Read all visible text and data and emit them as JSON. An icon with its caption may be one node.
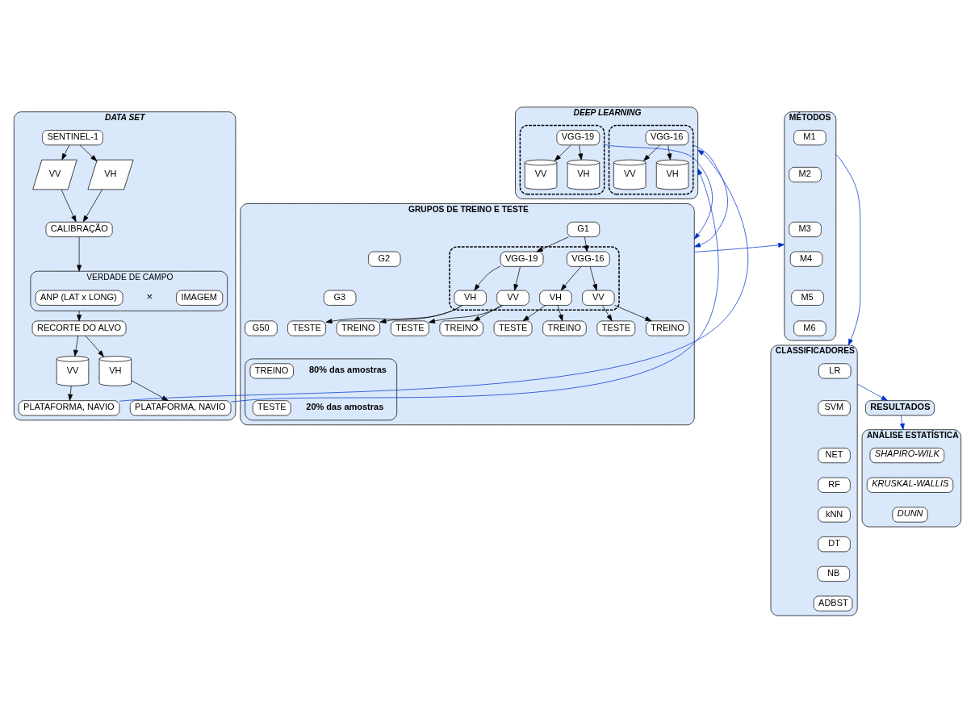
{
  "diagram": {
    "nodes": [
      {
        "text": [
          "DATA SET"
        ]
      },
      {
        "text": [
          "SENTINEL-1"
        ],
        "in": 0
      },
      {
        "text": [
          "VH"
        ],
        "in": 0
      },
      {
        "text": [
          "VV"
        ],
        "in": 0
      },
      {
        "text": [
          "CALIBRAÇÃO"
        ],
        "in": 0
      },
      {
        "text": [
          "VERDADE DE CAMPO"
        ],
        "in": 0
      },
      {
        "text": [
          "ANP (LAT x LONG)"
        ],
        "in": 5
      },
      {
        "text": [
          "IMAGEM"
        ],
        "in": 5
      },
      {
        "text": [
          "RECORTE DO ALVO"
        ],
        "in": 0
      },
      {
        "text": [
          "VH"
        ],
        "in": 0
      },
      {
        "text": [
          "VV"
        ],
        "in": 0
      },
      {
        "text": [
          "PLATAFORMA, NAVIO"
        ],
        "in": 0
      },
      {
        "text": [
          "PLATAFORMA, NAVIO"
        ],
        "in": 0
      },
      {
        "text": [
          "DEEP LEARNING"
        ]
      },
      {
        "text": [],
        "shape": "box",
        "in": 13
      },
      {
        "text": [
          "VGG-16"
        ],
        "in": 14
      },
      {
        "text": [
          "VH"
        ],
        "in": 14
      },
      {
        "text": [
          "VV"
        ],
        "in": 14
      },
      {
        "text": [],
        "shape": "box",
        "in": 13
      },
      {
        "text": [
          "VGG-19"
        ],
        "in": 18
      },
      {
        "text": [
          "VH"
        ],
        "in": 18
      },
      {
        "text": [
          "VV"
        ],
        "in": 18
      },
      {
        "text": [
          "GRUPOS DE TREINO E TESTE"
        ]
      },
      {
        "text": [],
        "shape": "box",
        "in": 22
      },
      {
        "text": [
          "G1"
        ],
        "in": 22
      },
      {
        "text": [
          "VGG-16"
        ],
        "in": 23
      },
      {
        "text": [
          "VGG-19"
        ],
        "in": 23
      },
      {
        "text": [
          "VH"
        ],
        "in": 23
      },
      {
        "text": [
          "VV"
        ],
        "in": 23
      },
      {
        "text": [
          "VH"
        ],
        "in": 23
      },
      {
        "text": [
          "VV"
        ],
        "in": 23
      },
      {
        "text": [
          "TREINO"
        ],
        "in": 22
      },
      {
        "text": [
          "TESTE"
        ],
        "in": 22
      },
      {
        "text": [
          "TREINO"
        ],
        "in": 22
      },
      {
        "text": [
          "TESTE"
        ],
        "in": 22
      },
      {
        "text": [
          "TREINO"
        ],
        "in": 22
      },
      {
        "text": [
          "TESTE"
        ],
        "in": 22
      },
      {
        "text": [
          "TREINO"
        ],
        "in": 22
      },
      {
        "text": [
          "TESTE"
        ],
        "in": 22
      },
      {
        "text": [
          "G2"
        ],
        "in": 22
      },
      {
        "text": [
          "G3"
        ],
        "in": 22
      },
      {
        "text": [
          "G50"
        ],
        "in": 22
      },
      {
        "text": [],
        "shape": "box",
        "in": 22
      },
      {
        "text": [
          "TREINO"
        ],
        "in": 42,
        "beside": [
          "80% das amostras"
        ]
      },
      {
        "text": [
          "TESTE"
        ],
        "in": 42,
        "beside": [
          "20% das amostras"
        ]
      },
      {
        "text": [
          "MÉTODOS"
        ]
      },
      {
        "text": [
          "M1"
        ],
        "in": 45
      },
      {
        "text": [
          "M2"
        ],
        "in": 45
      },
      {
        "text": [
          "M3"
        ],
        "in": 45
      },
      {
        "text": [
          "M4"
        ],
        "in": 45
      },
      {
        "text": [
          "M5"
        ],
        "in": 45
      },
      {
        "text": [
          "M6"
        ],
        "in": 45
      },
      {
        "text": [
          "CLASSIFICADORES"
        ]
      },
      {
        "text": [
          "LR"
        ],
        "in": 52
      },
      {
        "text": [
          "SVM"
        ],
        "in": 52
      },
      {
        "text": [
          "NET"
        ],
        "in": 52
      },
      {
        "text": [
          "RF"
        ],
        "in": 52
      },
      {
        "text": [
          "kNN"
        ],
        "in": 52
      },
      {
        "text": [
          "DT"
        ],
        "in": 52
      },
      {
        "text": [
          "NB"
        ],
        "in": 52
      },
      {
        "text": [
          "ADBST"
        ],
        "in": 52
      },
      {
        "text": [
          "RESULTADOS"
        ]
      },
      {
        "text": [
          "ANÁLISE ESTATÍSTICA"
        ]
      },
      {
        "text": [
          "SHAPIRO-WILK"
        ],
        "in": 62
      },
      {
        "text": [
          "KRUSKAL-WALLIS"
        ],
        "in": 62
      },
      {
        "text": [
          "DUNN"
        ],
        "in": 62
      }
    ],
    "edges": [
      {
        "from": 1,
        "to": 2,
        "arrow": "to"
      },
      {
        "from": 1,
        "to": 3,
        "arrow": "to"
      },
      {
        "from": 2,
        "to": 4,
        "arrow": "to"
      },
      {
        "from": 3,
        "to": 4,
        "arrow": "to"
      },
      {
        "from": 4,
        "to": 5,
        "arrow": "to"
      },
      {
        "from": 5,
        "to": 8,
        "arrow": "to"
      },
      {
        "from": 8,
        "to": 9,
        "arrow": "to"
      },
      {
        "from": 8,
        "to": 10,
        "arrow": "to"
      },
      {
        "from": 9,
        "to": 11,
        "arrow": "to"
      },
      {
        "from": 10,
        "to": 12,
        "arrow": "to"
      },
      {
        "from": 11,
        "to": 13,
        "arrow": "to",
        "color": "#0033cc"
      },
      {
        "from": 12,
        "to": 13,
        "arrow": "to",
        "color": "#0033cc"
      },
      {
        "from": 15,
        "to": 16,
        "arrow": "to"
      },
      {
        "from": 15,
        "to": 17,
        "arrow": "to"
      },
      {
        "from": 19,
        "to": 20,
        "arrow": "to"
      },
      {
        "from": 19,
        "to": 21,
        "arrow": "to"
      },
      {
        "from": 14,
        "to": 22,
        "arrow": "to",
        "color": "#0033cc"
      },
      {
        "from": 18,
        "to": 22,
        "arrow": "to",
        "color": "#0033cc"
      },
      {
        "from": 24,
        "to": 25,
        "arrow": "to"
      },
      {
        "from": 24,
        "to": 26,
        "arrow": "to"
      },
      {
        "from": 25,
        "to": 27,
        "arrow": "to"
      },
      {
        "from": 25,
        "to": 28,
        "arrow": "to"
      },
      {
        "from": 26,
        "to": 29,
        "arrow": "to"
      },
      {
        "from": 26,
        "to": 30,
        "arrow": "to"
      },
      {
        "from": 27,
        "to": 31,
        "arrow": "to"
      },
      {
        "from": 27,
        "to": 32,
        "arrow": "to"
      },
      {
        "from": 28,
        "to": 33,
        "arrow": "to"
      },
      {
        "from": 28,
        "to": 34,
        "arrow": "to"
      },
      {
        "from": 29,
        "to": 35,
        "arrow": "to"
      },
      {
        "from": 29,
        "to": 36,
        "arrow": "to"
      },
      {
        "from": 30,
        "to": 37,
        "arrow": "to"
      },
      {
        "from": 30,
        "to": 38,
        "arrow": "to"
      },
      {
        "from": 22,
        "to": 45,
        "arrow": "to",
        "color": "#0033cc"
      },
      {
        "from": 45,
        "to": 52,
        "arrow": "to",
        "color": "#0033cc"
      },
      {
        "from": 52,
        "to": 61,
        "arrow": "to",
        "color": "#0033cc"
      },
      {
        "from": 61,
        "to": 62,
        "arrow": "to",
        "color": "#0033cc"
      }
    ],
    "labels": [
      "×"
    ]
  }
}
